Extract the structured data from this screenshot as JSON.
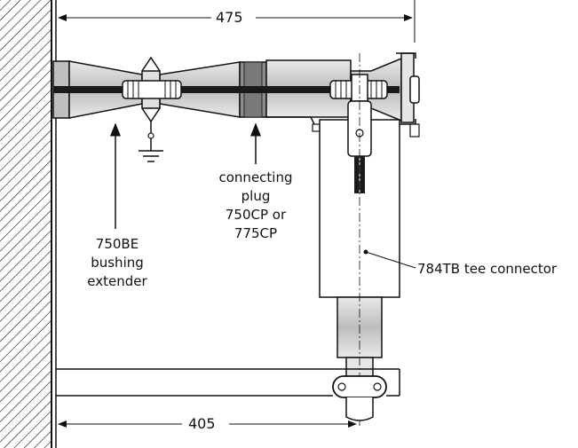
{
  "dimensions": {
    "top": "475",
    "bottom": "405"
  },
  "labels": {
    "bushing_extender": [
      "750BE",
      "bushing",
      "extender"
    ],
    "connecting_plug": [
      "connecting",
      "plug",
      "750CP or",
      "775CP"
    ],
    "tee_connector": "784TB tee connector"
  },
  "colors": {
    "line": "#111111",
    "body_fill": "#ffffff",
    "body_shade": "#bfbfbf",
    "plug_shade": "#8c8c8c",
    "conductor": "#1a1a1a"
  },
  "icons": [
    "ground-symbol-icon",
    "arrow-up-icon"
  ]
}
